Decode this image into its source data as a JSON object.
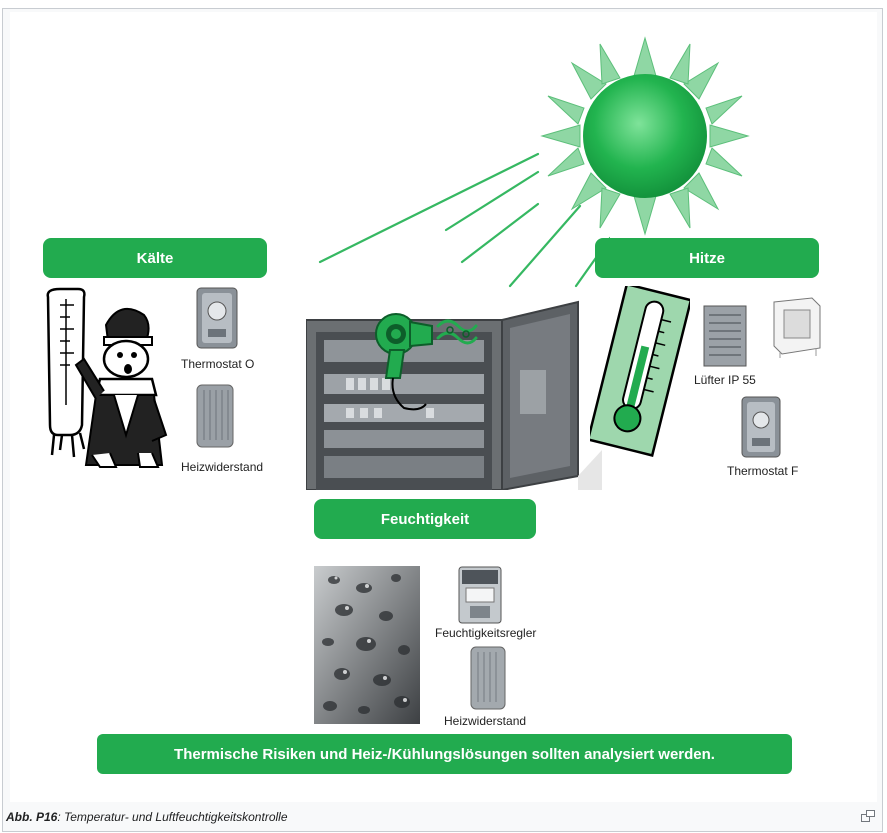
{
  "labels": {
    "kaelte": "Kälte",
    "hitze": "Hitze",
    "feuchtigkeit": "Feuchtigkeit",
    "banner": "Thermische Risiken und Heiz-/Kühlungslösungen sollten analysiert werden."
  },
  "devices": {
    "thermostat_o": "Thermostat O",
    "heizwiderstand_1": "Heizwiderstand",
    "luefter": "Lüfter IP 55",
    "thermostat_f": "Thermostat F",
    "feuchtigkeitsregler": "Feuchtigkeitsregler",
    "heizwiderstand_2": "Heizwiderstand"
  },
  "caption": {
    "ref": "Abb. P16",
    "text": ": Temperatur- und Luftfeuchtigkeitskontrolle"
  },
  "icons": [
    "sun-icon",
    "cold-man-icon",
    "thermometer-icon",
    "hairdryer-icon",
    "enlarge-icon"
  ],
  "colors": {
    "accent": "#22ab4f"
  }
}
